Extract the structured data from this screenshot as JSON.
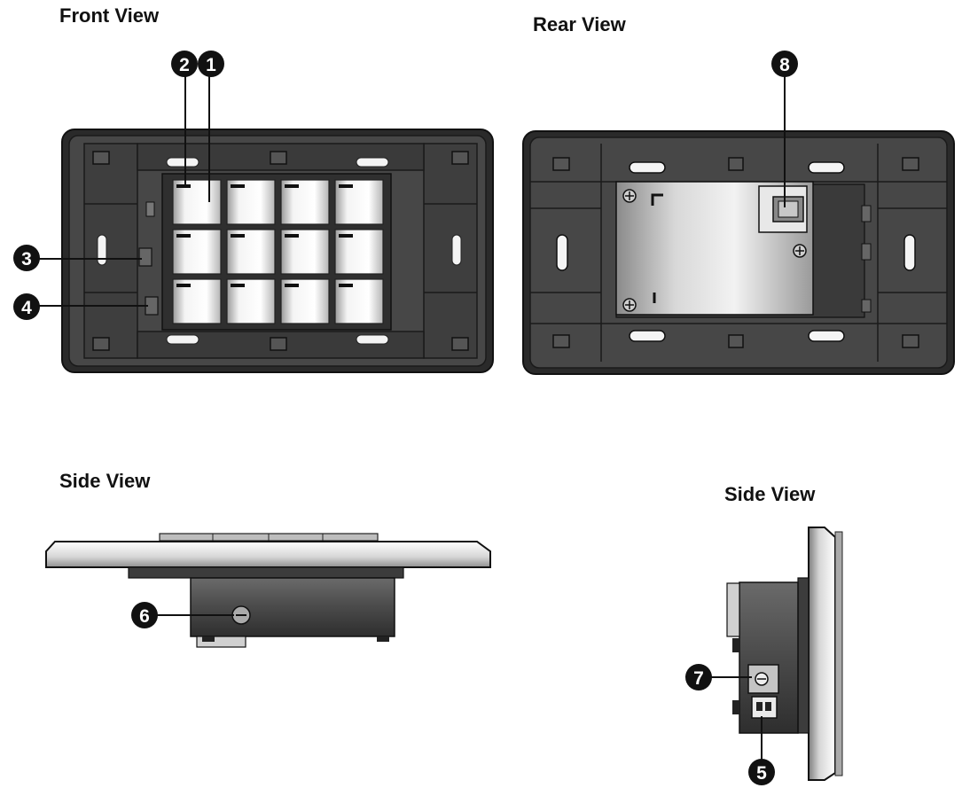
{
  "titles": {
    "front": "Front View",
    "rear": "Rear View",
    "side_left": "Side View",
    "side_right": "Side View"
  },
  "callouts": [
    {
      "id": "1",
      "label": "1"
    },
    {
      "id": "2",
      "label": "2"
    },
    {
      "id": "3",
      "label": "3"
    },
    {
      "id": "4",
      "label": "4"
    },
    {
      "id": "5",
      "label": "5"
    },
    {
      "id": "6",
      "label": "6"
    },
    {
      "id": "7",
      "label": "7"
    },
    {
      "id": "8",
      "label": "8"
    }
  ],
  "colors": {
    "outline": "#1a1a1a",
    "body_dark": "#3c3c3c",
    "body_mid": "#555555",
    "key_light": "#f2f2f2",
    "plate_light": "#d9d9d9"
  }
}
